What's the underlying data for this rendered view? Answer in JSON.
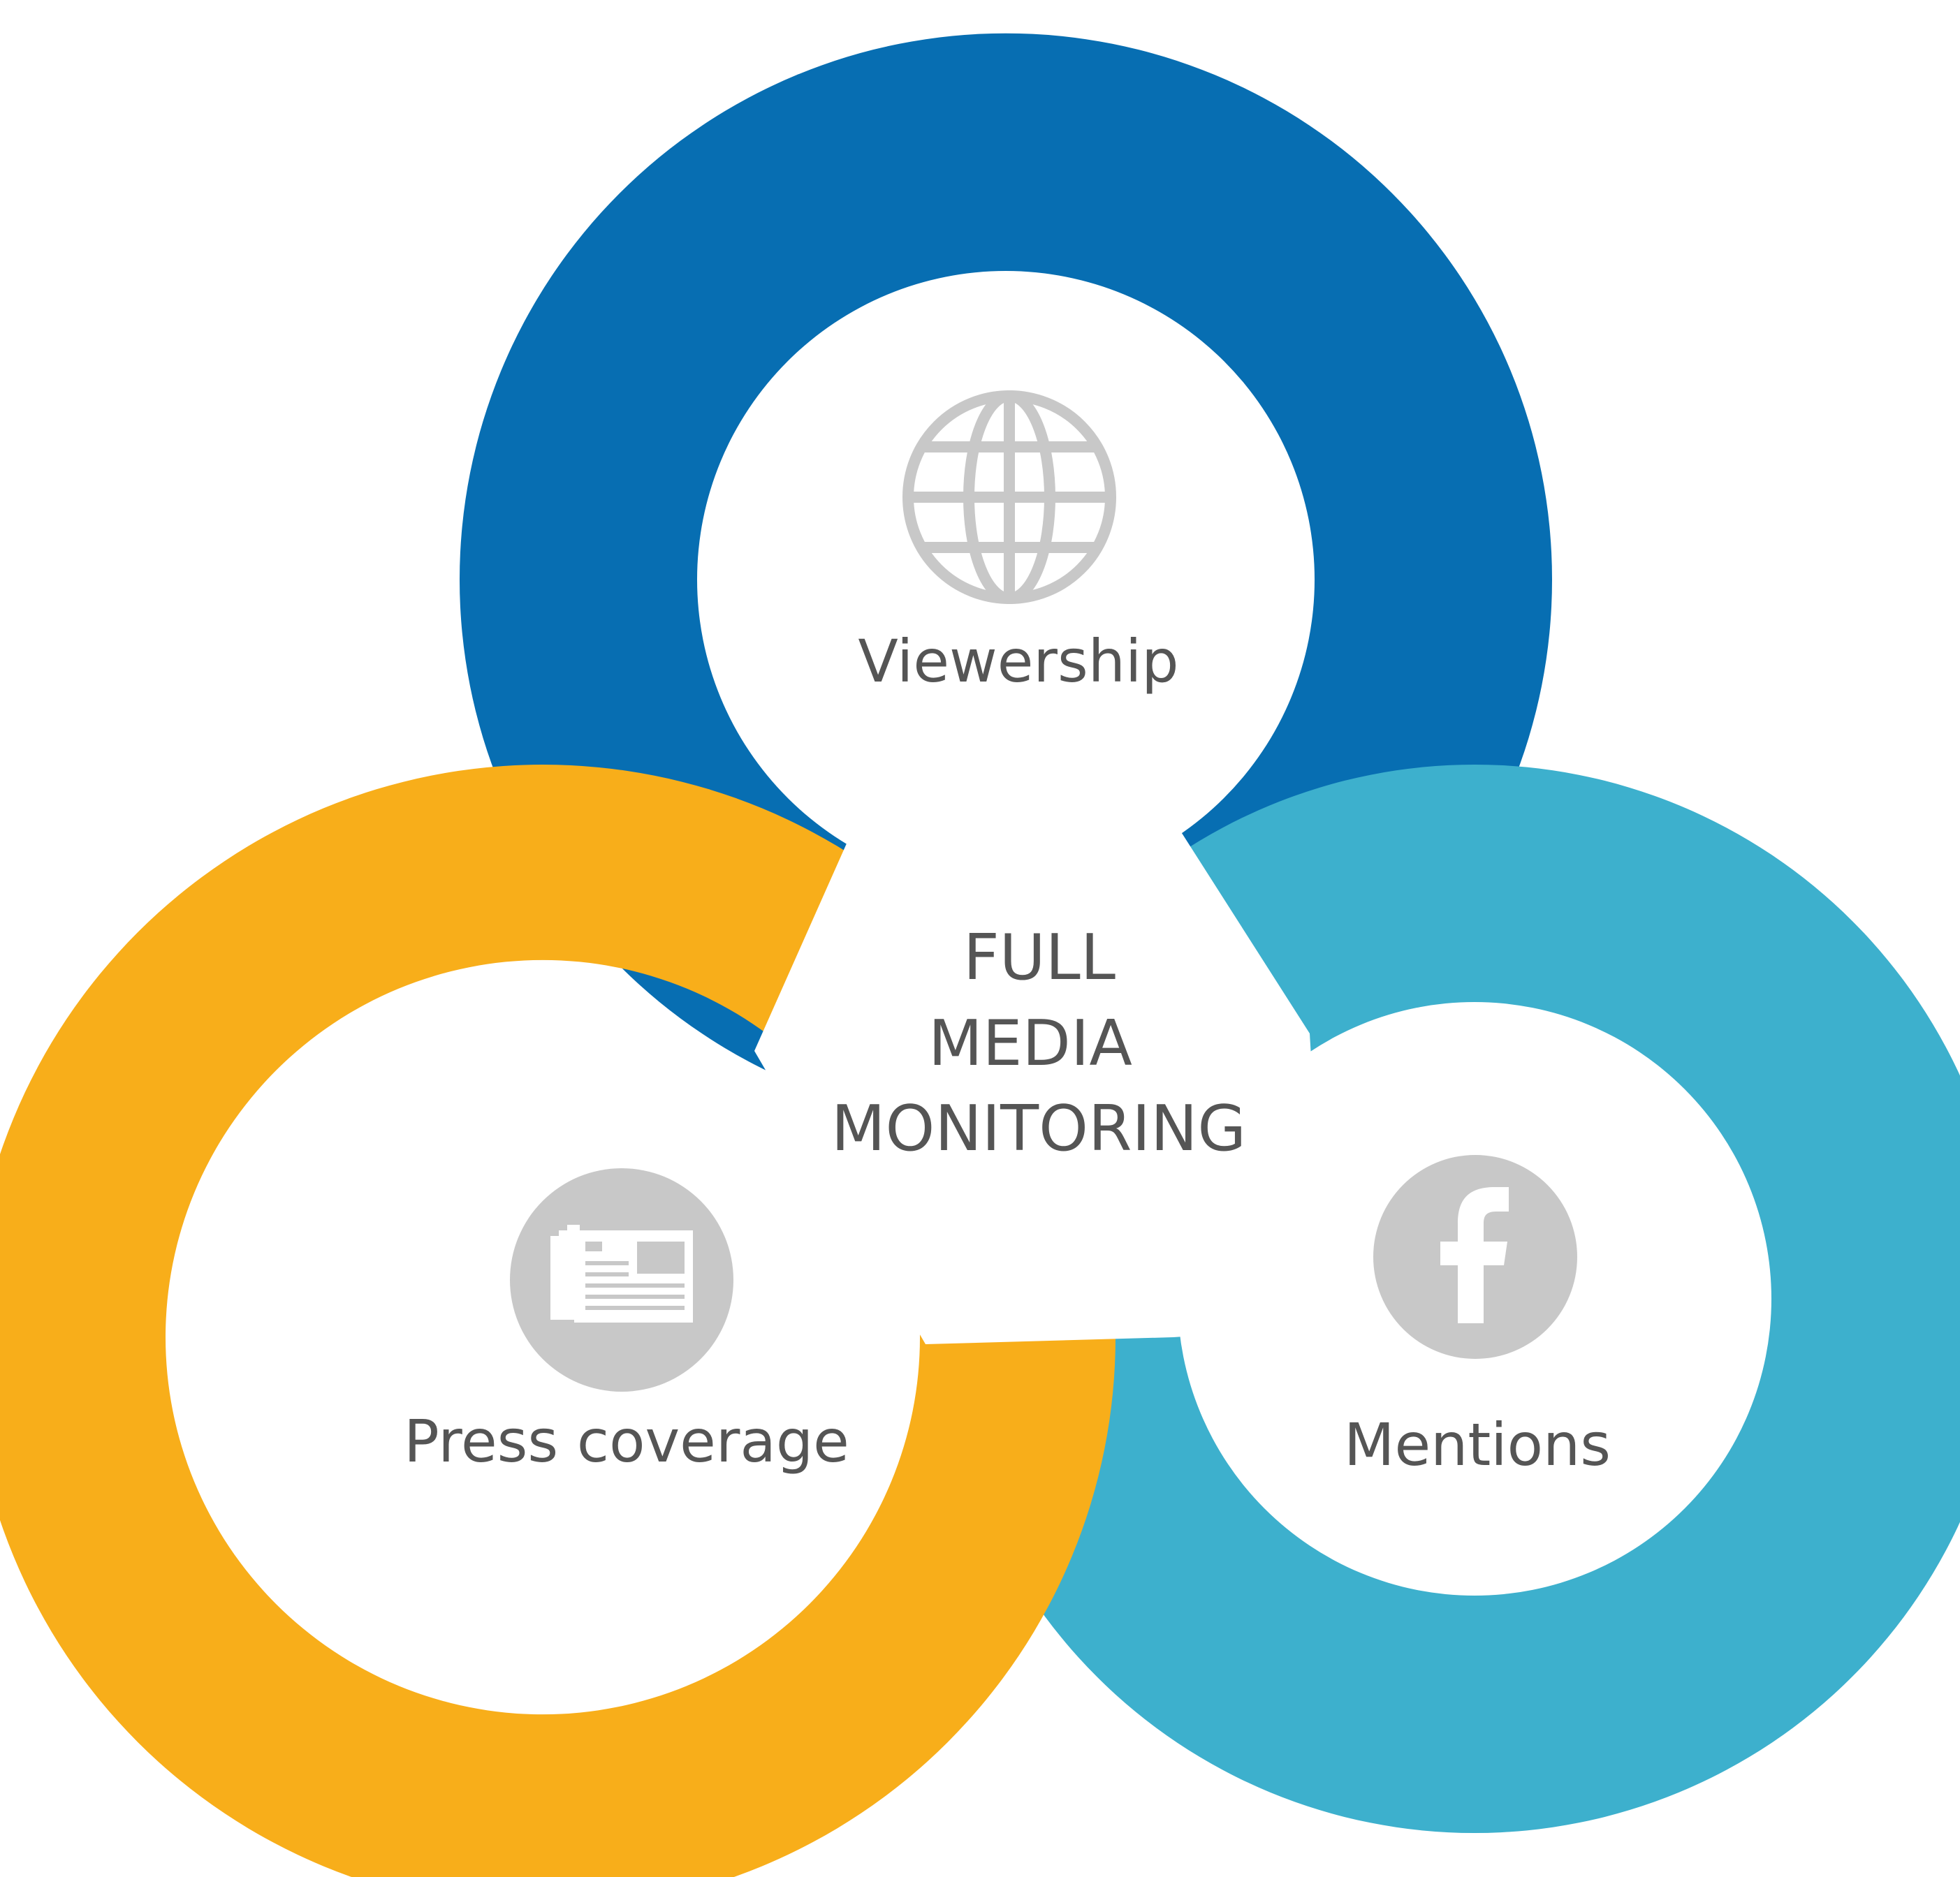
{
  "center": {
    "lines": [
      "FULL",
      "MEDIA",
      "MONITORING"
    ]
  },
  "items": [
    {
      "label": "Viewership",
      "icon": "globe-icon",
      "color": "#076EB2"
    },
    {
      "label": "Press coverage",
      "icon": "newspaper-icon",
      "color": "#F8AE1A"
    },
    {
      "label": "Mentions",
      "icon": "facebook-icon",
      "color": "#3DB0CD"
    }
  ],
  "colors": {
    "text": "#555555",
    "icon": "#C8C8C8",
    "background": "#FFFFFF"
  }
}
